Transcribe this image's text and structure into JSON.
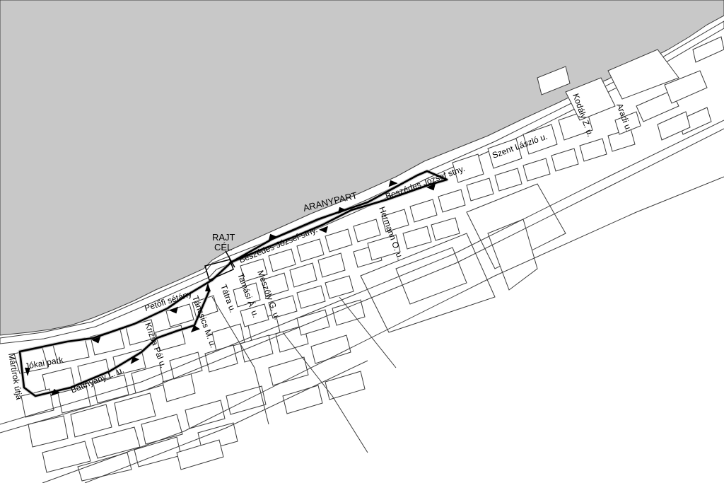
{
  "map": {
    "water_color": "#c8c8c8",
    "land_color": "#ffffff",
    "block_stroke_color": "#3a3a3a",
    "route_color": "#000000"
  },
  "labels": {
    "start": "RAJT",
    "finish": "CÉL",
    "district": "ARANYPART",
    "promenade_main": "Beszédes József stny.",
    "promenade_east": "Beszédes József stny.",
    "petofi": "Petőfi sétány",
    "jokai_park": "Jókai park",
    "batthyany": "Batthyány L. u.",
    "krizsa": "Krizsa Pál u.",
    "tatra": "Tátra u.",
    "tamasi": "Tamási Á. u.",
    "meszoly": "Mészöly G. u.",
    "tancsics": "Táncsics M. u.",
    "hermann": "Hermann O. u.",
    "szent_laszlo": "Szent László u.",
    "kodaly": "Kodály Z. u.",
    "aradi": "Aradi u.",
    "martirok": "Mártírok útja"
  }
}
